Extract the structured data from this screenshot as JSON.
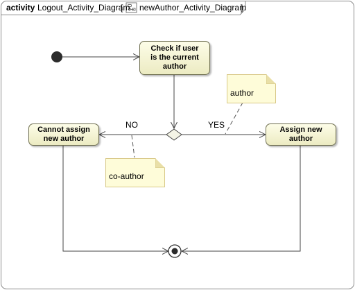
{
  "frame": {
    "kind": "activity",
    "name": "Logout_Activity_Diagram",
    "bracket_open": "[",
    "diagram_name": "newAuthor_Activity_Diagram",
    "bracket_close": "]"
  },
  "actions": {
    "check_user": "Check if user\nis the current\nauthor",
    "cannot_assign": "Cannot assign\nnew author",
    "assign_new": "Assign new\nauthor"
  },
  "guards": {
    "no": "NO",
    "yes": "YES"
  },
  "notes": {
    "author": "author",
    "co_author": "co-author"
  },
  "icons": {
    "diagram_icon": "activity-diagram-icon"
  },
  "colors": {
    "action_fill_top": "#fdfde8",
    "action_fill_bottom": "#ecebc2",
    "note_fill": "#fefcd9",
    "line": "#444444"
  }
}
